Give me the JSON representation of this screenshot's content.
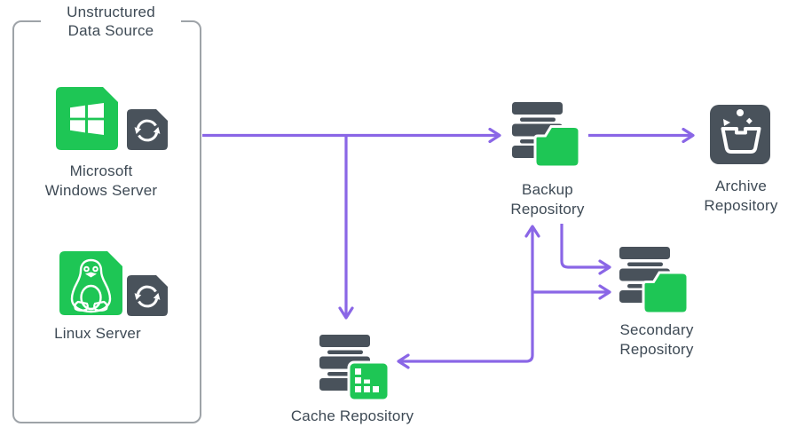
{
  "colors": {
    "green": "#1ec655",
    "dark": "#49525b",
    "purple": "#8a66e6",
    "box_border": "#9ea3a8",
    "text": "#3e4a55",
    "background": "#ffffff"
  },
  "group": {
    "title": "Unstructured\nData Source"
  },
  "nodes": {
    "windows": {
      "label": "Microsoft\nWindows Server",
      "icon": "windows-logo-icon"
    },
    "linux": {
      "label": "Linux Server",
      "icon": "tux-penguin-icon"
    },
    "backup": {
      "label": "Backup\nRepository",
      "icon": "server-stack-folder-icon"
    },
    "archive": {
      "label": "Archive\nRepository",
      "icon": "archive-bin-icon"
    },
    "secondary": {
      "label": "Secondary\nRepository",
      "icon": "server-stack-folder-icon"
    },
    "cache": {
      "label": "Cache Repository",
      "icon": "server-stack-grid-icon"
    }
  },
  "icons": {
    "sync": "sync-arrows-icon",
    "windows": "windows-logo-icon",
    "linux": "tux-penguin-icon",
    "server": "server-stack-icon",
    "folder": "folder-icon",
    "grid": "data-grid-icon",
    "bin": "trash-bin-icon"
  },
  "connections": [
    {
      "from": "Unstructured Data Source",
      "to": "Backup Repository"
    },
    {
      "from": "Unstructured Data Source",
      "to": "Cache Repository"
    },
    {
      "from": "Backup Repository",
      "to": "Archive Repository"
    },
    {
      "from": "Backup Repository",
      "to": "Secondary Repository"
    },
    {
      "from": "junction",
      "to": "Backup Repository, Secondary Repository, Cache Repository"
    }
  ]
}
